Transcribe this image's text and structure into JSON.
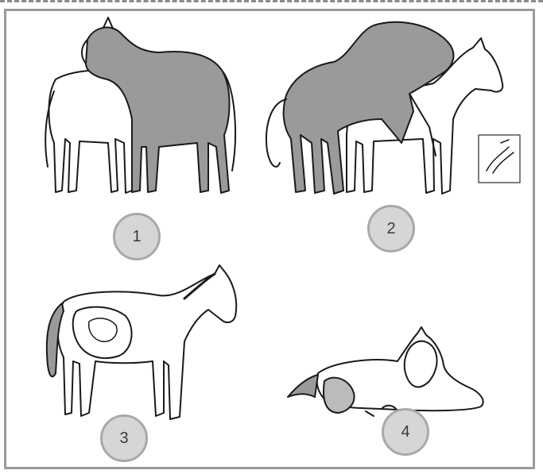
{
  "stages": [
    {
      "number": "1"
    },
    {
      "number": "2"
    },
    {
      "number": "3"
    },
    {
      "number": "4"
    }
  ],
  "colors": {
    "frame": "#9b9b9b",
    "badge_fill": "#d6d6d6",
    "badge_border": "#a9a9a9",
    "horse_gray": "#999999",
    "line": "#1a1a1a"
  },
  "icons": [
    "horses-courting",
    "horses-mating",
    "pregnant-mare",
    "mare-and-newborn-foal",
    "mating-detail-inset"
  ]
}
